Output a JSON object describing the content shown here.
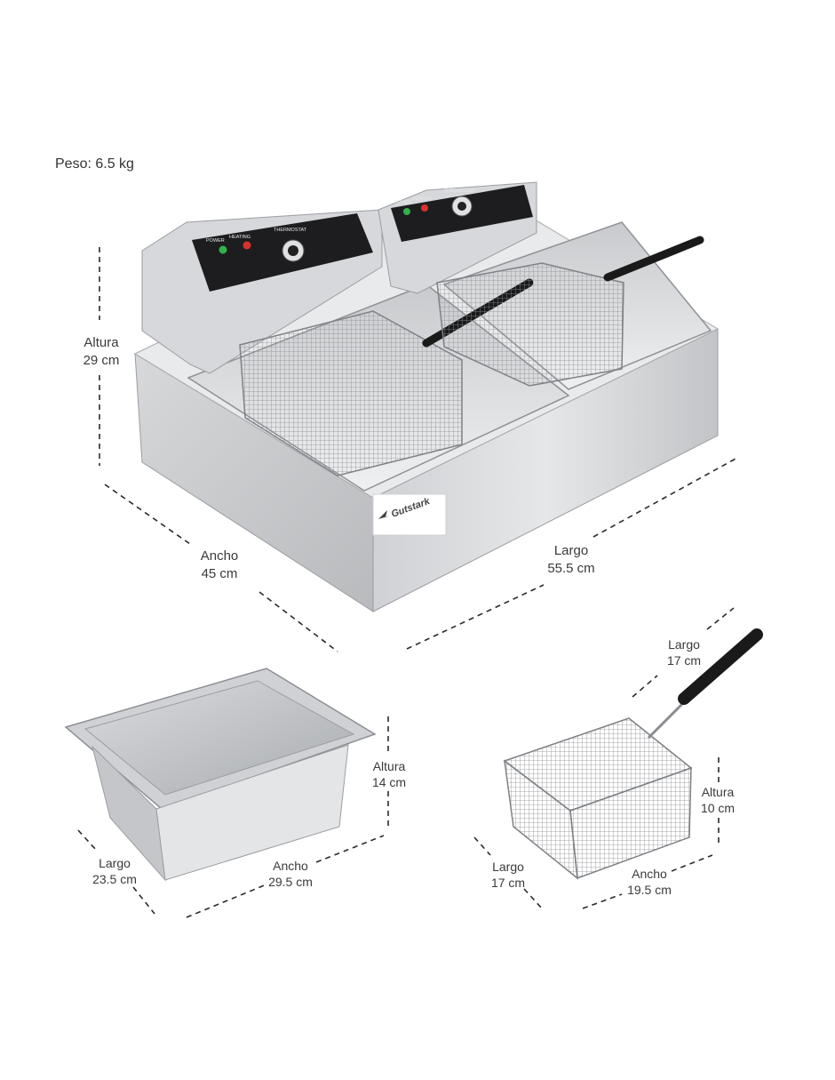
{
  "weight_label": "Peso: 6.5 kg",
  "brand_label": "Gutstark",
  "panel_labels": {
    "power": "POWER",
    "heating": "HEATING",
    "thermostat": "THERMOSTAT"
  },
  "fryer_dimensions": {
    "height": {
      "name": "Altura",
      "value": "29 cm"
    },
    "width": {
      "name": "Ancho",
      "value": "45 cm"
    },
    "length": {
      "name": "Largo",
      "value": "55.5 cm"
    }
  },
  "tank_dimensions": {
    "height": {
      "name": "Altura",
      "value": "14 cm"
    },
    "width": {
      "name": "Ancho",
      "value": "29.5 cm"
    },
    "length": {
      "name": "Largo",
      "value": "23.5 cm"
    }
  },
  "basket_dimensions": {
    "length_top": {
      "name": "Largo",
      "value": "17 cm"
    },
    "height": {
      "name": "Altura",
      "value": "10 cm"
    },
    "width": {
      "name": "Ancho",
      "value": "19.5 cm"
    },
    "length": {
      "name": "Largo",
      "value": "17 cm"
    }
  },
  "colors": {
    "steel_light": "#e4e5e7",
    "steel_mid": "#c9cbce",
    "steel_dark": "#9a9da1",
    "panel_black": "#1d1d1f",
    "handle_black": "#1a1a1a",
    "led_green": "#2fb34a",
    "led_red": "#d9322b",
    "dash_line": "#2a2a2a"
  }
}
